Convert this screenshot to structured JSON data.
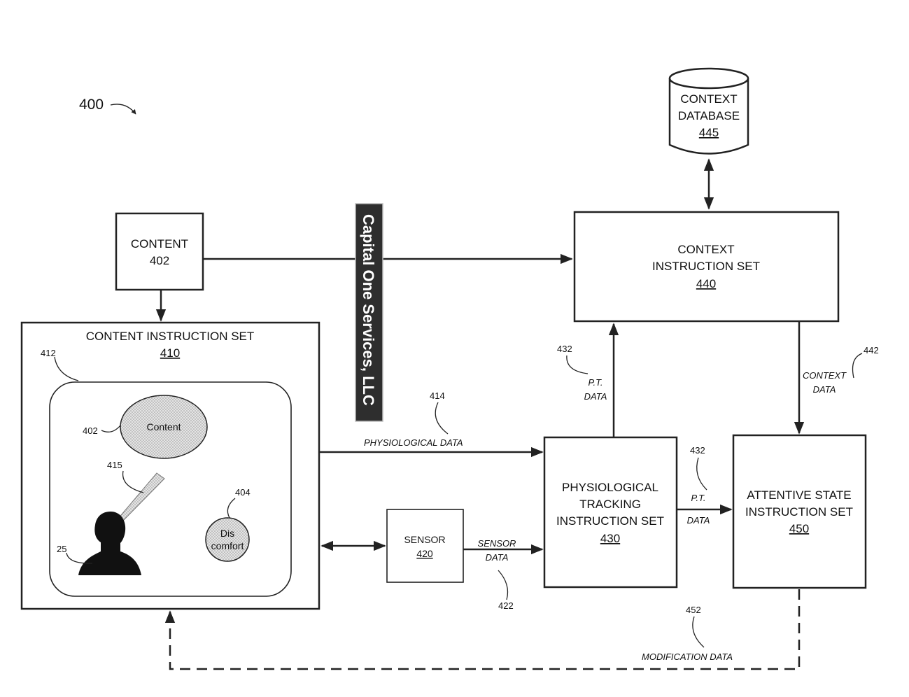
{
  "figure": {
    "ref": "400"
  },
  "content_box": {
    "line1": "CONTENT",
    "line2": "402"
  },
  "content_instruction": {
    "title": "CONTENT INSTRUCTION SET",
    "ref": "410"
  },
  "inner_panel": {
    "ref": "412",
    "content_bubble": {
      "label": "Content",
      "ref": "402"
    },
    "gaze_ref": "415",
    "user_ref": "25",
    "discomfort": {
      "line1": "Dis",
      "line2": "comfort",
      "ref": "404"
    }
  },
  "context_database": {
    "line1": "CONTEXT",
    "line2": "DATABASE",
    "ref": "445"
  },
  "context_instruction": {
    "line1": "CONTEXT",
    "line2": "INSTRUCTION SET",
    "ref": "440"
  },
  "sensor": {
    "label": "SENSOR",
    "ref": "420"
  },
  "physio_tracking": {
    "line1": "PHYSIOLOGICAL",
    "line2": "TRACKING",
    "line3": "INSTRUCTION SET",
    "ref": "430"
  },
  "attentive_state": {
    "line1": "ATTENTIVE STATE",
    "line2": "INSTRUCTION SET",
    "ref": "450"
  },
  "flows": {
    "physiological_data": {
      "label": "PHYSIOLOGICAL DATA",
      "ref": "414"
    },
    "sensor_data": {
      "line1": "SENSOR",
      "line2": "DATA",
      "ref": "422"
    },
    "pt_data_up": {
      "line1": "P.T.",
      "line2": "DATA",
      "ref": "432"
    },
    "pt_data_right": {
      "line1": "P.T.",
      "line2": "DATA",
      "ref": "432"
    },
    "context_data": {
      "line1": "CONTEXT",
      "line2": "DATA",
      "ref": "442"
    },
    "modification_data": {
      "label": "MODIFICATION DATA",
      "ref": "452"
    }
  },
  "watermark": {
    "text": "Capital One Services, LLC"
  }
}
